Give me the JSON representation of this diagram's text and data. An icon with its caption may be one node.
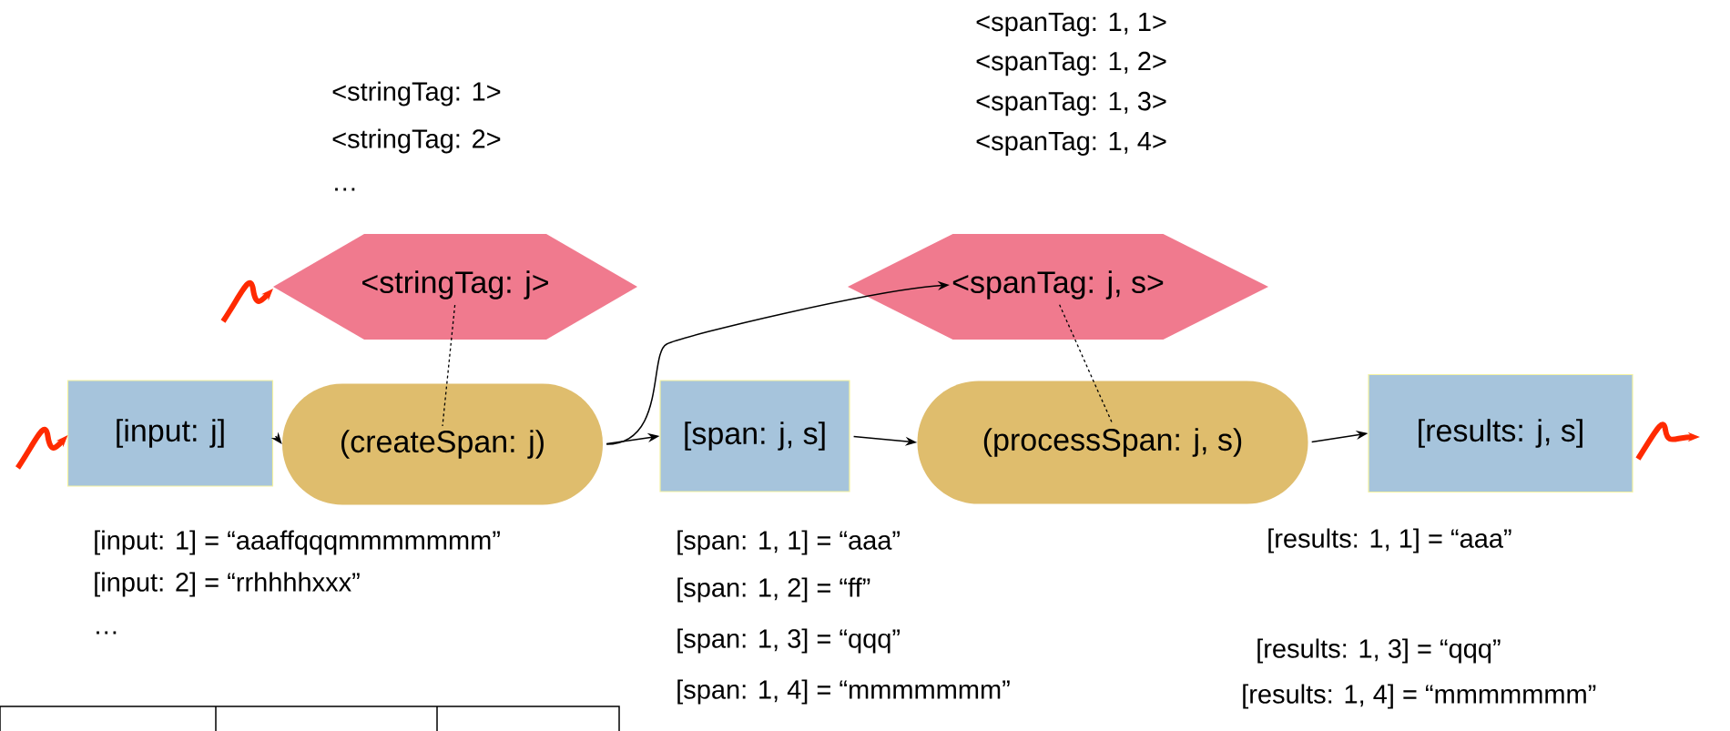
{
  "diagram": {
    "nodes": [
      {
        "text": [
          "<stringTag: j>"
        ]
      },
      {
        "text": [
          "<spanTag: j, s>"
        ]
      },
      {
        "text": [
          "[input: j]"
        ]
      },
      {
        "text": [
          "(createSpan: j)"
        ]
      },
      {
        "text": [
          "[span: j, s]"
        ]
      },
      {
        "text": [
          "(processSpan: j, s)"
        ]
      },
      {
        "text": [
          "[results: j, s]"
        ]
      }
    ],
    "edges": [
      {
        "from": 2,
        "to": 3,
        "arrow": "to"
      },
      {
        "from": 3,
        "to": 4,
        "arrow": "to"
      },
      {
        "from": 3,
        "to": 1,
        "arrow": "to"
      },
      {
        "from": 4,
        "to": 5,
        "arrow": "to"
      },
      {
        "from": 5,
        "to": 6,
        "arrow": "to"
      },
      {
        "from": 0,
        "to": 3,
        "arrow": "none",
        "style": "dashed"
      },
      {
        "from": 1,
        "to": 5,
        "arrow": "none",
        "style": "dashed"
      },
      {
        "from": null,
        "to": 2,
        "arrow": "to",
        "style": "thick",
        "color": "#ff2a00"
      },
      {
        "from": null,
        "to": 0,
        "arrow": "to",
        "style": "thick",
        "color": "#ff2a00"
      },
      {
        "from": 6,
        "to": null,
        "arrow": "to",
        "style": "thick",
        "color": "#ff2a00"
      }
    ],
    "labels": [
      "<spanTag: 1, 1>",
      "<spanTag: 1, 2>",
      "<spanTag: 1, 3>",
      "<spanTag: 1, 4>",
      "<stringTag: 1>",
      "<stringTag: 2>",
      "…",
      "[input: 1] = “aaaffqqqmmmmmmm”",
      "[input: 2] = “rrhhhhxxx”",
      "…",
      "[span: 1, 1] = “aaa”",
      "[span: 1, 2] = “ff”",
      "[span: 1, 3] = “qqq”",
      "[span: 1, 4] = “mmmmmmm”",
      "[results: 1, 1] = “aaa”",
      "[results: 1, 3] = “qqq”",
      "[results: 1, 4] = “mmmmmmm”"
    ]
  }
}
